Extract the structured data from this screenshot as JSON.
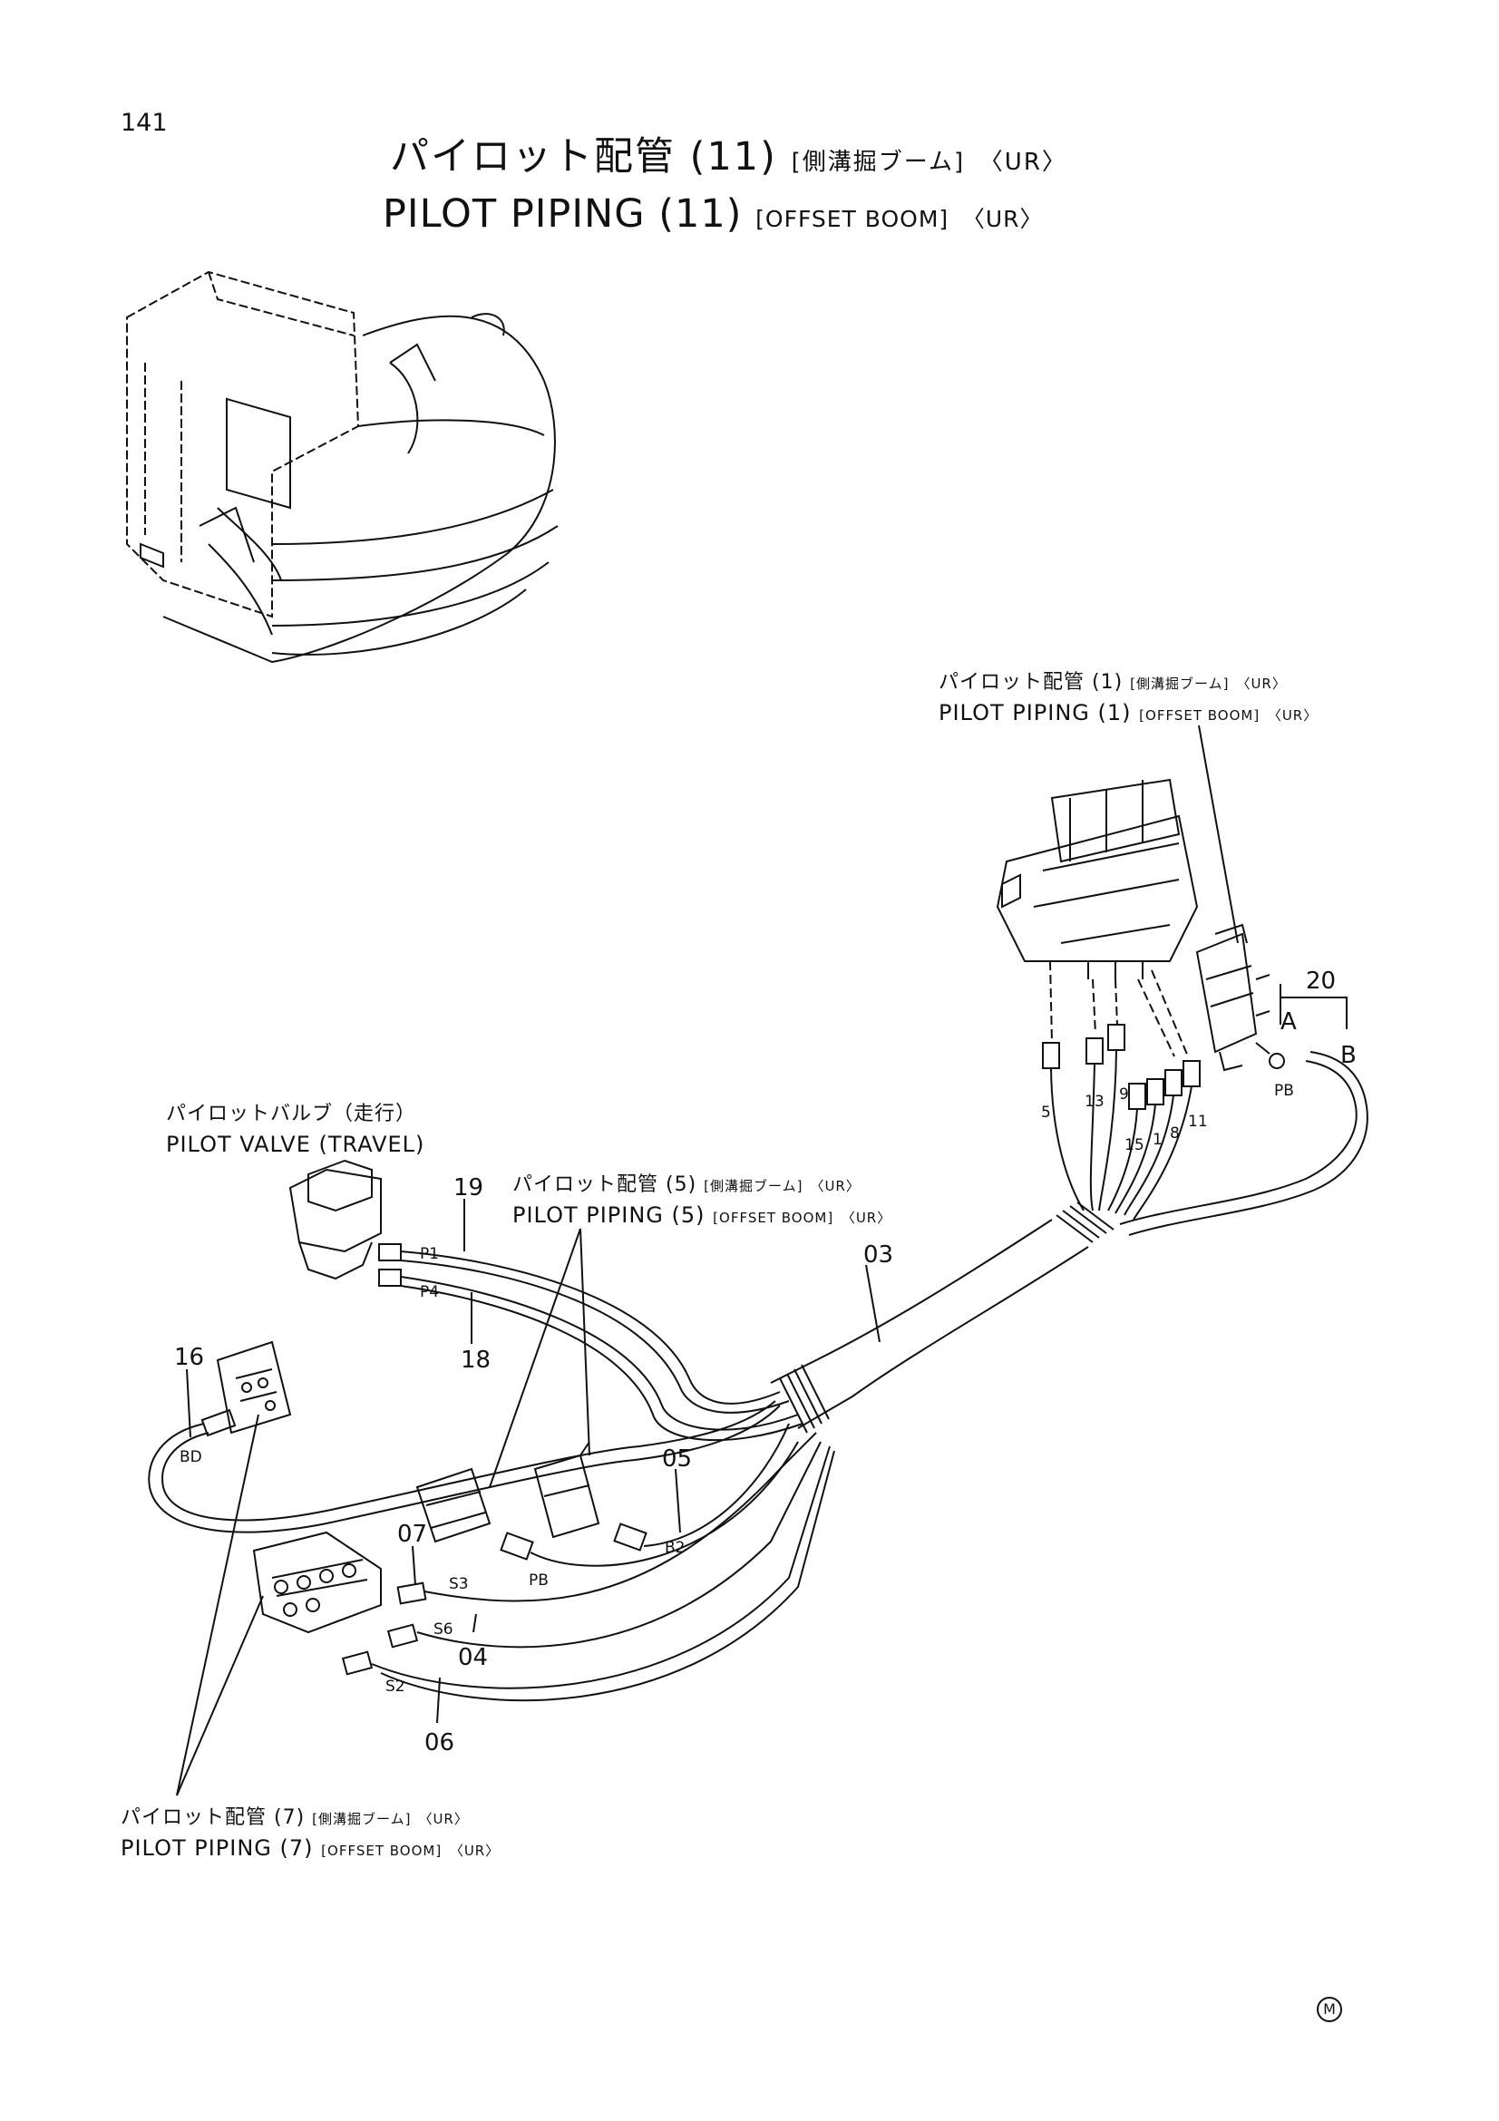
{
  "page_number": "141",
  "title": {
    "ja_main": "パイロット配管 (11)",
    "ja_bracket": "[側溝掘ブーム]",
    "ja_suffix": "〈UR〉",
    "en_main": "PILOT PIPING (11)",
    "en_bracket": "[OFFSET BOOM]",
    "en_suffix": "〈UR〉"
  },
  "callouts": {
    "piping1": {
      "ja_main": "パイロット配管 (1)",
      "ja_bracket": "[側溝掘ブーム]",
      "ja_suffix": "〈UR〉",
      "en_main": "PILOT PIPING (1)",
      "en_bracket": "[OFFSET BOOM]",
      "en_suffix": "〈UR〉"
    },
    "valve_travel": {
      "ja": "パイロットバルブ（走行）",
      "en": "PILOT VALVE (TRAVEL)"
    },
    "piping5": {
      "ja_main": "パイロット配管 (5)",
      "ja_bracket": "[側溝掘ブーム]",
      "ja_suffix": "〈UR〉",
      "en_main": "PILOT PIPING (5)",
      "en_bracket": "[OFFSET BOOM]",
      "en_suffix": "〈UR〉"
    },
    "piping7": {
      "ja_main": "パイロット配管 (7)",
      "ja_bracket": "[側溝掘ブーム]",
      "ja_suffix": "〈UR〉",
      "en_main": "PILOT PIPING (7)",
      "en_bracket": "[OFFSET BOOM]",
      "en_suffix": "〈UR〉"
    }
  },
  "part_labels": {
    "p20": "20",
    "pA": "A",
    "pB": "B",
    "pPB_right": "PB",
    "p5": "5",
    "p13": "13",
    "p9": "9",
    "p15": "15",
    "p1": "1",
    "p8": "8",
    "p11": "11",
    "p19": "19",
    "pP1": "P1",
    "pP4": "P4",
    "p18": "18",
    "p03": "03",
    "p16": "16",
    "pBD": "BD",
    "p05": "05",
    "pB2": "B2",
    "p07": "07",
    "pPB_mid": "PB",
    "pS3": "S3",
    "pS6": "S6",
    "p04": "04",
    "pS2": "S2",
    "p06": "06"
  },
  "maker_mark": "M"
}
